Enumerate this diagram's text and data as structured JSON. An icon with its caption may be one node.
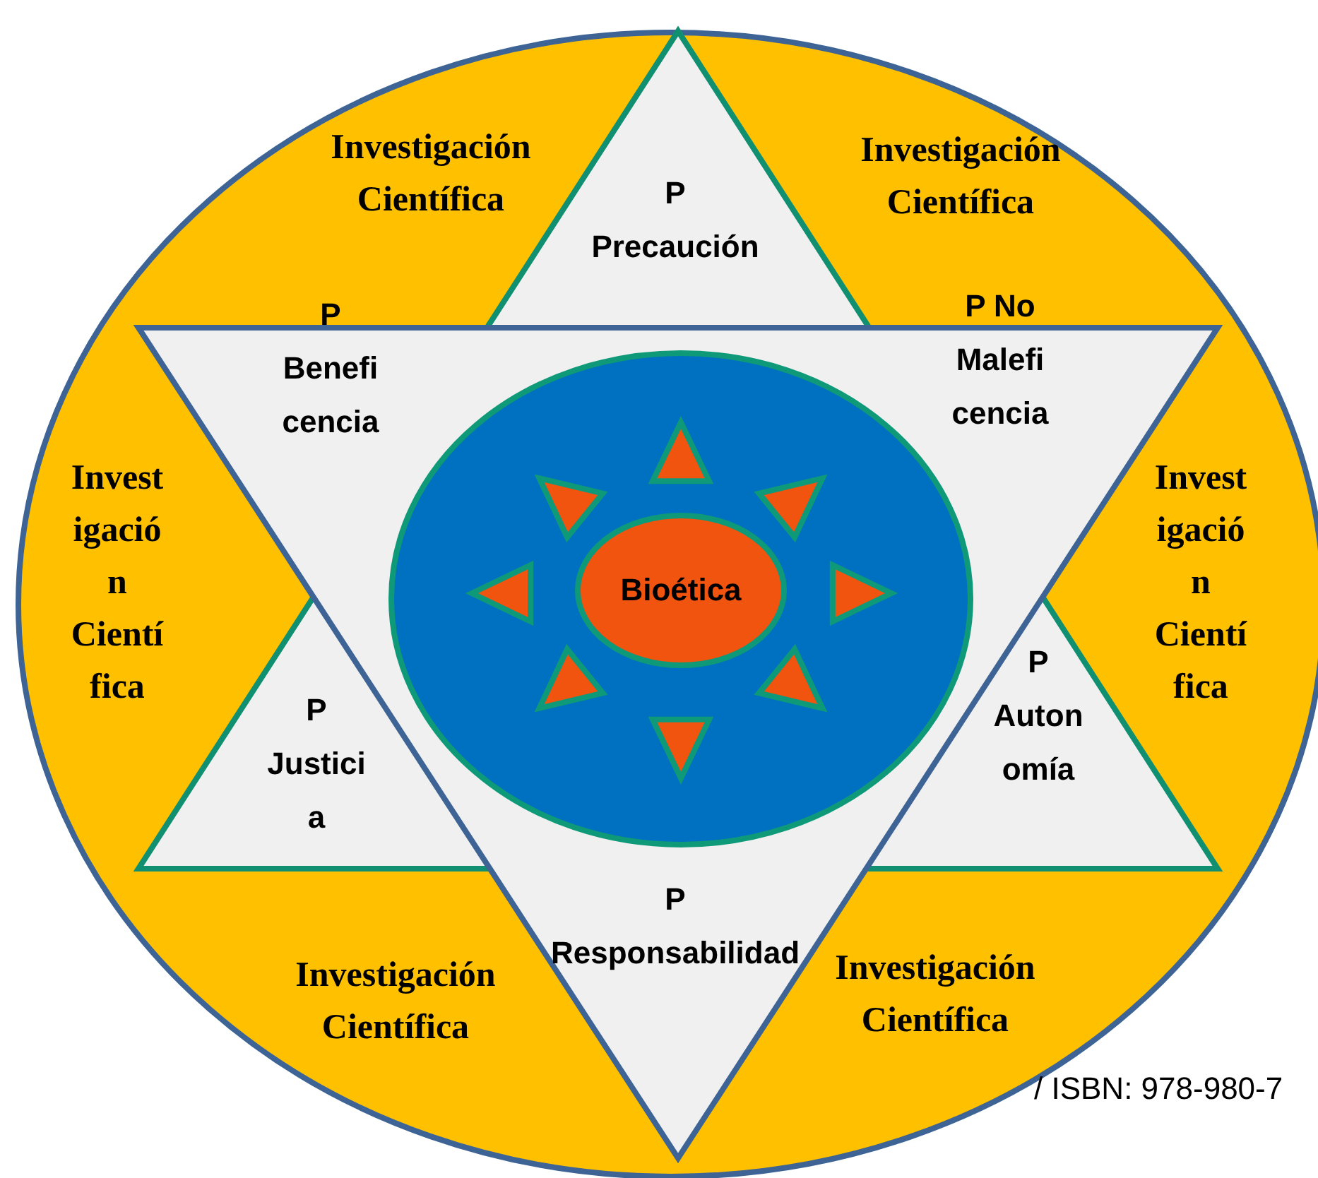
{
  "diagram": {
    "nodes": [
      {
        "text": [
          "P Precaución",
          "P Justici a",
          "P Auton omía"
        ]
      },
      {
        "text": [
          "P Benefi cencia",
          "P No Malefi cencia",
          "P Responsabilidad"
        ]
      },
      {
        "text": [],
        "shape": "circle"
      },
      {
        "text": [
          "Bioética"
        ],
        "in": 2
      }
    ],
    "labels": [
      "Investigación Científica",
      "Investigación Científica",
      "Invest igació n Cientí fica",
      "Invest igació n Cientí fica",
      "Investigación Científica",
      "Investigación Científica",
      "/ ISBN: 978-980-7"
    ]
  }
}
